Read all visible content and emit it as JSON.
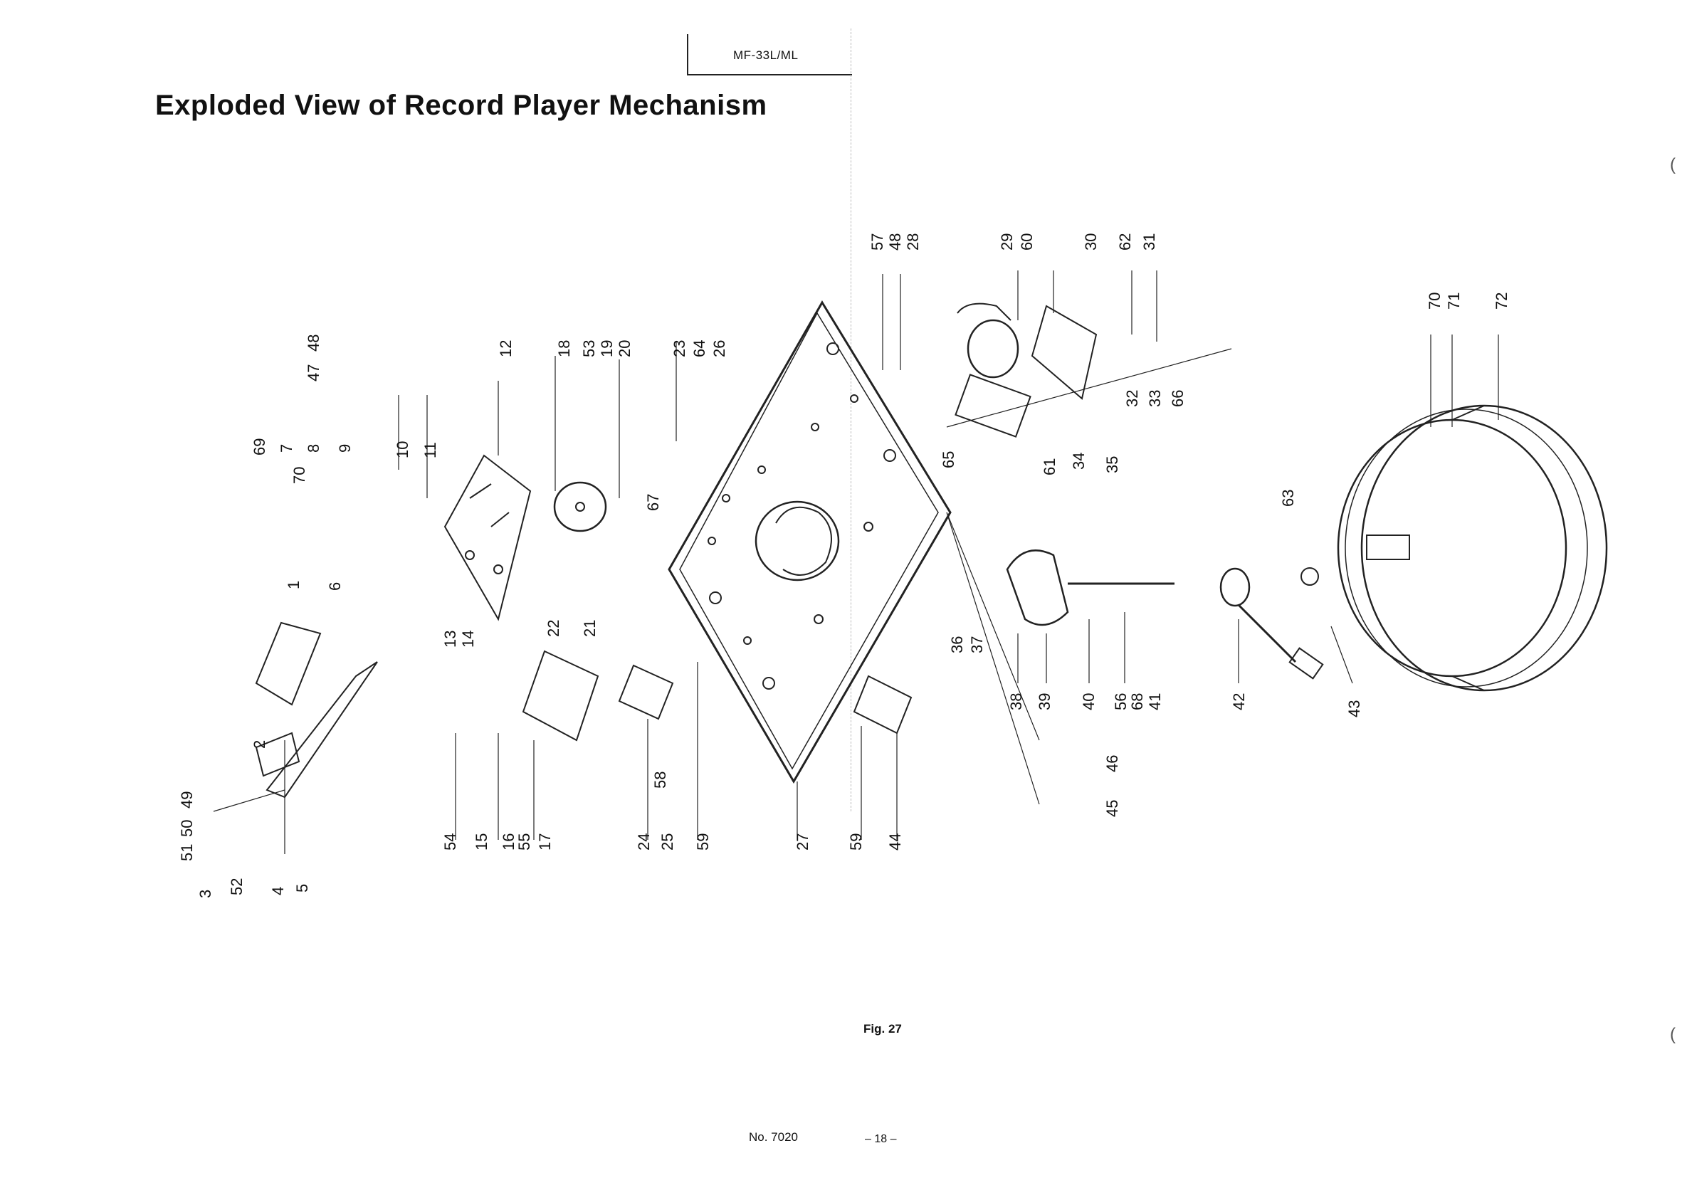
{
  "header": {
    "model": "MF-33L/ML",
    "title": "Exploded View of Record Player Mechanism"
  },
  "diagram": {
    "part_labels": [
      {
        "id": "lbl-69",
        "text": "69"
      },
      {
        "id": "lbl-7",
        "text": "7"
      },
      {
        "id": "lbl-70a",
        "text": "70"
      },
      {
        "id": "lbl-8",
        "text": "8"
      },
      {
        "id": "lbl-9",
        "text": "9"
      },
      {
        "id": "lbl-10",
        "text": "10"
      },
      {
        "id": "lbl-11",
        "text": "11"
      },
      {
        "id": "lbl-47",
        "text": "47"
      },
      {
        "id": "lbl-48a",
        "text": "48"
      },
      {
        "id": "lbl-12",
        "text": "12"
      },
      {
        "id": "lbl-18",
        "text": "18"
      },
      {
        "id": "lbl-53",
        "text": "53"
      },
      {
        "id": "lbl-19",
        "text": "19"
      },
      {
        "id": "lbl-20",
        "text": "20"
      },
      {
        "id": "lbl-23",
        "text": "23"
      },
      {
        "id": "lbl-64",
        "text": "64"
      },
      {
        "id": "lbl-26",
        "text": "26"
      },
      {
        "id": "lbl-67",
        "text": "67"
      },
      {
        "id": "lbl-57",
        "text": "57"
      },
      {
        "id": "lbl-48b",
        "text": "48"
      },
      {
        "id": "lbl-28",
        "text": "28"
      },
      {
        "id": "lbl-29",
        "text": "29"
      },
      {
        "id": "lbl-60",
        "text": "60"
      },
      {
        "id": "lbl-30",
        "text": "30"
      },
      {
        "id": "lbl-62",
        "text": "62"
      },
      {
        "id": "lbl-31",
        "text": "31"
      },
      {
        "id": "lbl-32",
        "text": "32"
      },
      {
        "id": "lbl-33",
        "text": "33"
      },
      {
        "id": "lbl-66",
        "text": "66"
      },
      {
        "id": "lbl-65",
        "text": "65"
      },
      {
        "id": "lbl-61",
        "text": "61"
      },
      {
        "id": "lbl-34",
        "text": "34"
      },
      {
        "id": "lbl-35",
        "text": "35"
      },
      {
        "id": "lbl-70b",
        "text": "70"
      },
      {
        "id": "lbl-71",
        "text": "71"
      },
      {
        "id": "lbl-72",
        "text": "72"
      },
      {
        "id": "lbl-63",
        "text": "63"
      },
      {
        "id": "lbl-1",
        "text": "1"
      },
      {
        "id": "lbl-6",
        "text": "6"
      },
      {
        "id": "lbl-13",
        "text": "13"
      },
      {
        "id": "lbl-14",
        "text": "14"
      },
      {
        "id": "lbl-22",
        "text": "22"
      },
      {
        "id": "lbl-21",
        "text": "21"
      },
      {
        "id": "lbl-2",
        "text": "2"
      },
      {
        "id": "lbl-49",
        "text": "49"
      },
      {
        "id": "lbl-50",
        "text": "50"
      },
      {
        "id": "lbl-51",
        "text": "51"
      },
      {
        "id": "lbl-3",
        "text": "3"
      },
      {
        "id": "lbl-52",
        "text": "52"
      },
      {
        "id": "lbl-4",
        "text": "4"
      },
      {
        "id": "lbl-5",
        "text": "5"
      },
      {
        "id": "lbl-54",
        "text": "54"
      },
      {
        "id": "lbl-15",
        "text": "15"
      },
      {
        "id": "lbl-16",
        "text": "16"
      },
      {
        "id": "lbl-55",
        "text": "55"
      },
      {
        "id": "lbl-17",
        "text": "17"
      },
      {
        "id": "lbl-58",
        "text": "58"
      },
      {
        "id": "lbl-24",
        "text": "24"
      },
      {
        "id": "lbl-25",
        "text": "25"
      },
      {
        "id": "lbl-59a",
        "text": "59"
      },
      {
        "id": "lbl-27",
        "text": "27"
      },
      {
        "id": "lbl-59b",
        "text": "59"
      },
      {
        "id": "lbl-44",
        "text": "44"
      },
      {
        "id": "lbl-36",
        "text": "36"
      },
      {
        "id": "lbl-37",
        "text": "37"
      },
      {
        "id": "lbl-38",
        "text": "38"
      },
      {
        "id": "lbl-39",
        "text": "39"
      },
      {
        "id": "lbl-40",
        "text": "40"
      },
      {
        "id": "lbl-56",
        "text": "56"
      },
      {
        "id": "lbl-68",
        "text": "68"
      },
      {
        "id": "lbl-41",
        "text": "41"
      },
      {
        "id": "lbl-42",
        "text": "42"
      },
      {
        "id": "lbl-43",
        "text": "43"
      },
      {
        "id": "lbl-46",
        "text": "46"
      },
      {
        "id": "lbl-45",
        "text": "45"
      }
    ]
  },
  "footer": {
    "figure": "Fig. 27",
    "doc_number": "No. 7020",
    "page": "– 18 –"
  }
}
